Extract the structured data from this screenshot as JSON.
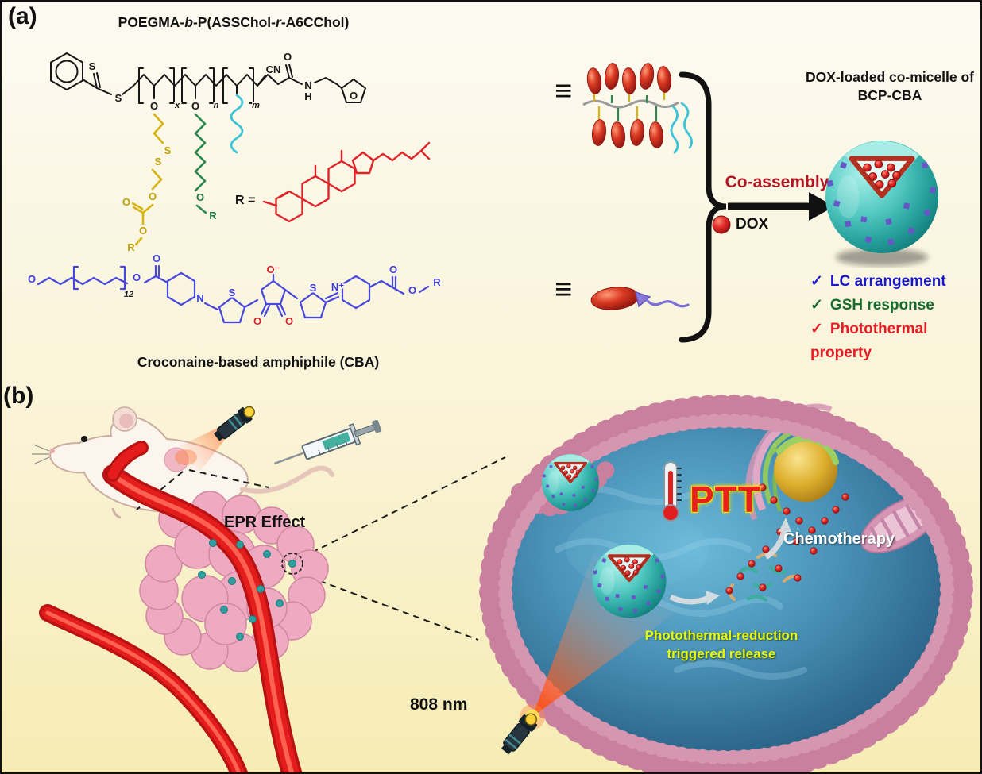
{
  "panel_a": {
    "label": "(a)",
    "title": {
      "pre": "POEGMA-",
      "b": "b",
      "mid": "-P(ASSChol-",
      "r": "r",
      "post": "-A6CChol)"
    },
    "equiv_polymer": "≡",
    "equiv_cba": "≡",
    "coassembly": "Co-assembly",
    "dox": "DOX",
    "micelle_title": {
      "line1": "DOX-loaded co-micelle of",
      "line2": "BCP-CBA"
    },
    "features": [
      {
        "check": "✓",
        "text": "LC arrangement"
      },
      {
        "check": "✓",
        "text": "GSH response"
      },
      {
        "check": "✓",
        "text": "Photothermal property"
      }
    ],
    "cba_caption": "Croconaine-based amphiphile (CBA)",
    "atoms": {
      "dt_s1": "S",
      "dt_s2": "S",
      "sub_x": "x",
      "sub_n": "n",
      "sub_m": "m",
      "cn": "CN",
      "am_o": "O",
      "am_n": "N",
      "am_h": "H",
      "furan_o": "O",
      "e_o1": "O",
      "y_s1": "S",
      "y_s2": "S",
      "y_o2": "O",
      "y_o3": "O",
      "y_o4": "O",
      "y_r": "R",
      "e_o2": "O",
      "g_o": "O",
      "g_r": "R",
      "r_eq": "R ="
    },
    "cro_atoms": {
      "o1": "O",
      "sub12": "12",
      "o2": "O",
      "o3": "O",
      "n1": "N",
      "s1": "S",
      "om": "O⁻",
      "o4": "O",
      "o5": "O",
      "s2": "S",
      "n2": "N⁺",
      "o6": "O",
      "o7": "O",
      "r": "R"
    }
  },
  "panel_b": {
    "label": "(b)",
    "epr": "EPR Effect",
    "ptt": "PTT",
    "chemotherapy": "Chemotherapy",
    "release": {
      "line1": "Photothermal-reduction",
      "line2": "triggered release"
    },
    "laser": "808 nm"
  },
  "colors": {
    "coassembly_text": "#b01820",
    "lc_arrangement": "#1717cc",
    "gsh_response": "#156b2e",
    "photothermal": "#e81c24",
    "ptt_text": "#e82020",
    "ptt_glow": "#f2e400",
    "chemotherapy_text": "#ffffff",
    "release_text": "#e6fa00",
    "micelle_teal": "#3fbdb7",
    "dox_red": "#d42026",
    "membrane_pink": "#c8809e",
    "cytosol_blue": "#4a92b8"
  }
}
